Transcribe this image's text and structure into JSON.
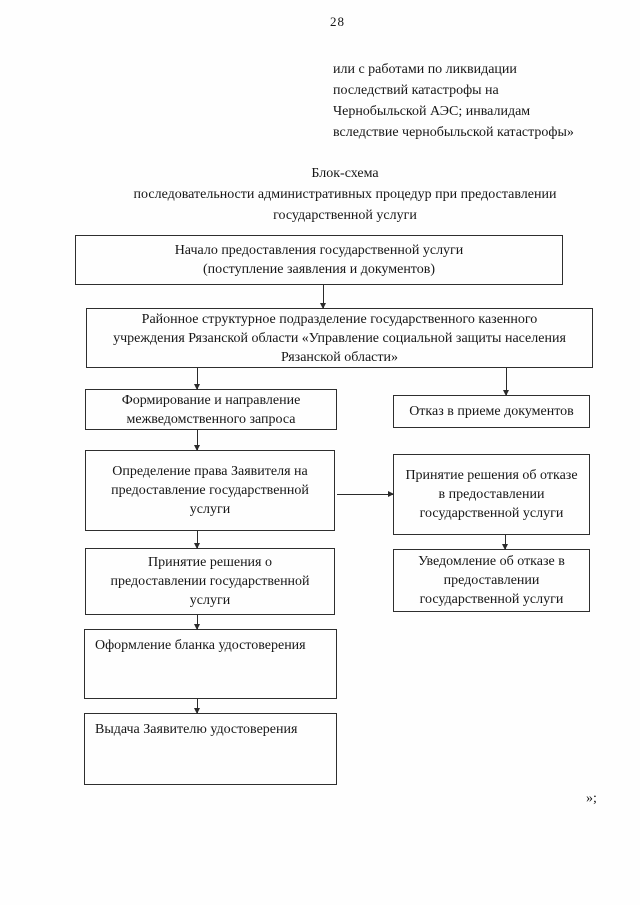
{
  "page": {
    "number": "28",
    "closing_mark": "»;"
  },
  "quote": {
    "text": "или с работами по ликвидации\nпоследствий катастрофы на\nЧернобыльской АЭС; инвалидам\nвследствие чернобыльской катастрофы»"
  },
  "title": {
    "text": "Блок-схема\nпоследовательности административных процедур при предоставлении\nгосударственной услуги"
  },
  "flowchart": {
    "boxes": {
      "start": "Начало предоставления государственной услуги\n(поступление заявления и документов)",
      "department": "Районное структурное подразделение государственного казенного\nучреждения Рязанской области «Управление социальной защиты населения\nРязанской области»",
      "request": "Формирование и направление\nмежведомственного запроса",
      "refuse_docs": "Отказ в приеме документов",
      "determine_right": "Определение права Заявителя на\nпредоставление государственной\nуслуги",
      "refuse_decision": "Принятие решения об отказе\nв предоставлении\nгосударственной услуги",
      "grant_decision": "Принятие решения о\nпредоставлении государственной\nуслуги",
      "refuse_notice": "Уведомление об отказе в\nпредоставлении\nгосударственной услуги",
      "form_blank": "Оформление бланка удостоверения",
      "issue_cert": "Выдача Заявителю удостоверения"
    }
  },
  "colors": {
    "ink": "#161616",
    "border": "#2e2e2e",
    "paper": "#fefefe"
  }
}
